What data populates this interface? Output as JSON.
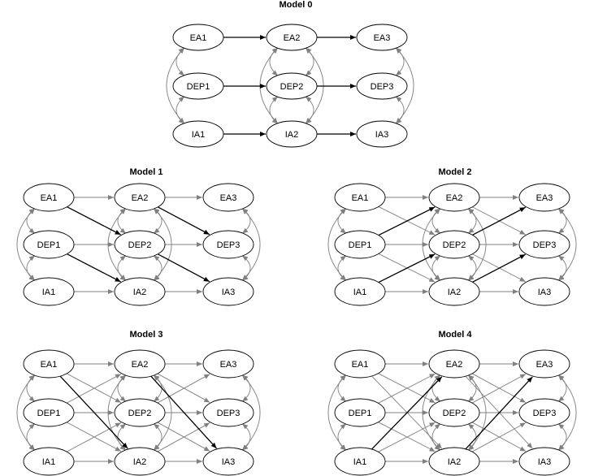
{
  "colors": {
    "dark": "#000000",
    "gray": "#808080"
  },
  "models": [
    {
      "title": "Model 0",
      "rows": [
        [
          "EA1",
          "EA2",
          "EA3"
        ],
        [
          "DEP1",
          "DEP2",
          "DEP3"
        ],
        [
          "IA1",
          "IA2",
          "IA3"
        ]
      ],
      "dark": [
        [
          0,
          0,
          0
        ],
        [
          1,
          1,
          1
        ],
        [
          2,
          2,
          2
        ]
      ],
      "gray": []
    },
    {
      "title": "Model 1",
      "rows": [
        [
          "EA1",
          "EA2",
          "EA3"
        ],
        [
          "DEP1",
          "DEP2",
          "DEP3"
        ],
        [
          "IA1",
          "IA2",
          "IA3"
        ]
      ],
      "dark": [
        [
          0,
          1,
          1
        ],
        [
          1,
          2,
          1
        ]
      ],
      "gray": [
        [
          0,
          0,
          0
        ],
        [
          1,
          1,
          1
        ],
        [
          2,
          2,
          2
        ]
      ]
    },
    {
      "title": "Model 2",
      "rows": [
        [
          "EA1",
          "EA2",
          "EA3"
        ],
        [
          "DEP1",
          "DEP2",
          "DEP3"
        ],
        [
          "IA1",
          "IA2",
          "IA3"
        ]
      ],
      "dark": [
        [
          1,
          0,
          1
        ],
        [
          2,
          1,
          1
        ]
      ],
      "gray": [
        [
          0,
          0,
          0
        ],
        [
          1,
          1,
          1
        ],
        [
          2,
          2,
          2
        ],
        [
          0,
          1,
          1
        ],
        [
          1,
          2,
          1
        ]
      ]
    },
    {
      "title": "Model 3",
      "rows": [
        [
          "EA1",
          "EA2",
          "EA3"
        ],
        [
          "DEP1",
          "DEP2",
          "DEP3"
        ],
        [
          "IA1",
          "IA2",
          "IA3"
        ]
      ],
      "dark": [
        [
          0,
          2,
          1
        ]
      ],
      "gray": [
        [
          0,
          0,
          0
        ],
        [
          1,
          1,
          1
        ],
        [
          2,
          2,
          2
        ],
        [
          0,
          1,
          1
        ],
        [
          1,
          2,
          1
        ],
        [
          1,
          0,
          1
        ],
        [
          2,
          1,
          1
        ]
      ]
    },
    {
      "title": "Model 4",
      "rows": [
        [
          "EA1",
          "EA2",
          "EA3"
        ],
        [
          "DEP1",
          "DEP2",
          "DEP3"
        ],
        [
          "IA1",
          "IA2",
          "IA3"
        ]
      ],
      "dark": [
        [
          2,
          0,
          1
        ]
      ],
      "gray": [
        [
          0,
          0,
          0
        ],
        [
          1,
          1,
          1
        ],
        [
          2,
          2,
          2
        ],
        [
          0,
          1,
          1
        ],
        [
          1,
          2,
          1
        ],
        [
          1,
          0,
          1
        ],
        [
          2,
          1,
          1
        ],
        [
          0,
          2,
          1
        ]
      ]
    }
  ]
}
